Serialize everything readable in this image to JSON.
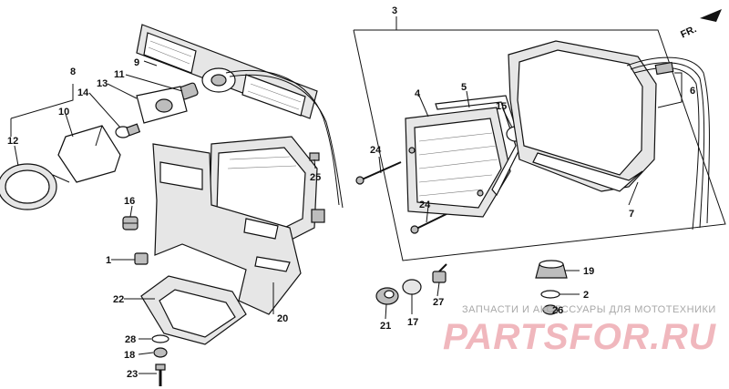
{
  "diagram": {
    "direction_label": "FR.",
    "callouts": [
      "1",
      "2",
      "3",
      "4",
      "5",
      "6",
      "7",
      "8",
      "9",
      "10",
      "11",
      "12",
      "13",
      "14",
      "15",
      "16",
      "17",
      "18",
      "19",
      "20",
      "21",
      "22",
      "23",
      "24",
      "24",
      "25",
      "26",
      "27",
      "28"
    ]
  },
  "watermark": {
    "caption": "ЗАПЧАСТИ И АКСЕССУАРЫ ДЛЯ МОТОТЕХНИКИ",
    "logo": "PARTSFOR.RU"
  }
}
